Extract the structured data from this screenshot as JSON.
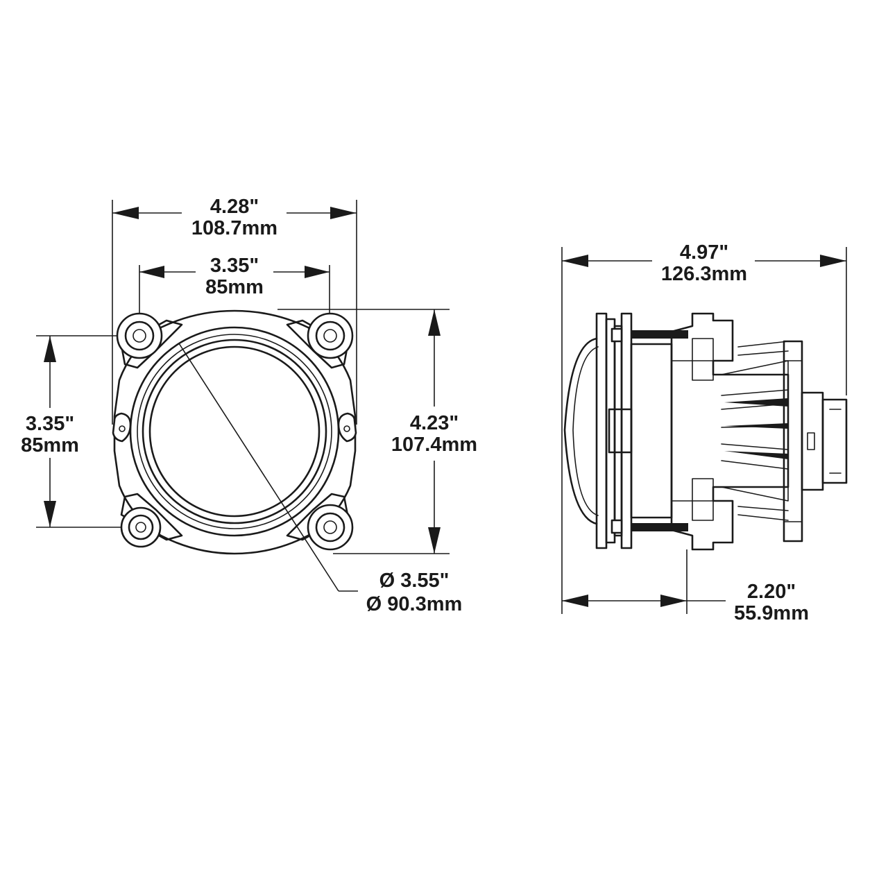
{
  "front_view": {
    "overall_width": {
      "inches": "4.28\"",
      "mm": "108.7mm"
    },
    "mount_hole_spacing_horizontal": {
      "inches": "3.35\"",
      "mm": "85mm"
    },
    "mount_hole_spacing_vertical": {
      "inches": "3.35\"",
      "mm": "85mm"
    },
    "overall_height": {
      "inches": "4.23\"",
      "mm": "107.4mm"
    },
    "lens_diameter": {
      "inches": "Ø 3.55\"",
      "mm": "Ø 90.3mm"
    }
  },
  "side_view": {
    "overall_depth": {
      "inches": "4.97\"",
      "mm": "126.3mm"
    },
    "depth_behind_flange": {
      "inches": "2.20\"",
      "mm": "55.9mm"
    }
  }
}
